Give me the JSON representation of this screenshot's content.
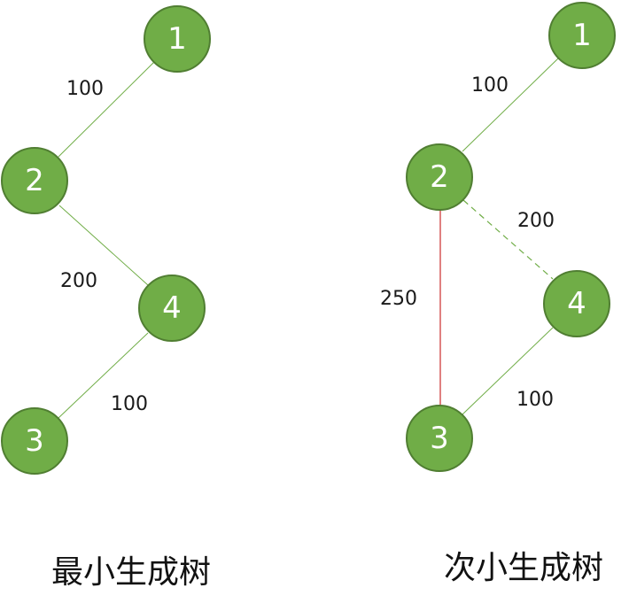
{
  "colors": {
    "node_fill": "#70AD47",
    "node_stroke": "#507E32",
    "edge": "#70AD47",
    "highlight_edge": "#C00000",
    "highlight_text": "#E0222C"
  },
  "left_tree": {
    "caption": "最小生成树",
    "nodes": {
      "n1": "1",
      "n2": "2",
      "n3": "3",
      "n4": "4"
    },
    "edges": {
      "e12": "100",
      "e24": "200",
      "e43": "100"
    }
  },
  "right_tree": {
    "caption": "次小生成树",
    "nodes": {
      "n1": "1",
      "n2": "2",
      "n3": "3",
      "n4": "4"
    },
    "edges": {
      "e12": "100",
      "e24": "200",
      "e23": "250",
      "e43": "100"
    }
  }
}
